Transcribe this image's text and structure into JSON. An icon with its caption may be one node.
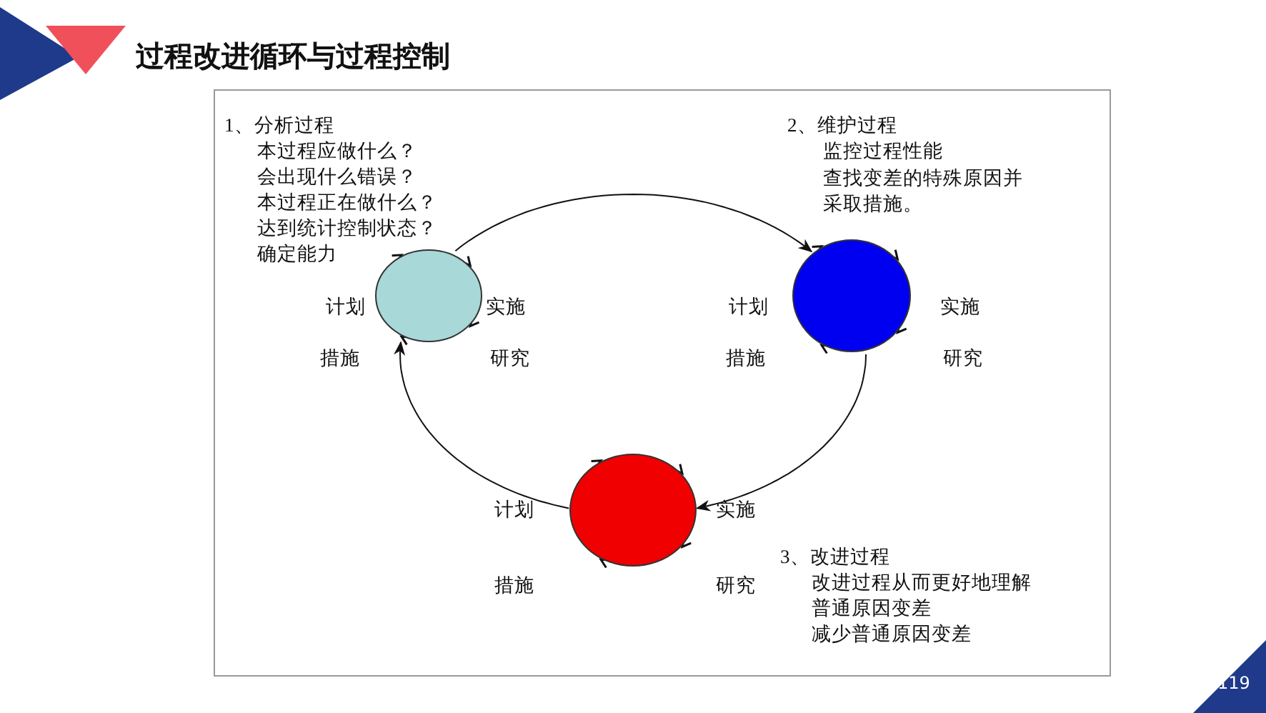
{
  "diagram": {
    "title": "过程改进循环与过程控制",
    "nodes": [
      {
        "text": [],
        "shape": "circle",
        "beside": [
          "计划",
          "实施",
          "措施",
          "研究"
        ]
      },
      {
        "text": [],
        "shape": "circle",
        "beside": [
          "计划",
          "实施",
          "措施",
          "研究"
        ]
      },
      {
        "text": [],
        "shape": "circle",
        "beside": [
          "计划",
          "实施",
          "措施",
          "研究"
        ]
      }
    ],
    "edges": [
      {
        "from": 0,
        "to": 1,
        "arrow": "to"
      },
      {
        "from": 1,
        "to": 2,
        "arrow": "to"
      },
      {
        "from": 2,
        "to": 0,
        "arrow": "to"
      }
    ],
    "labels": [
      "1、分析过程",
      "本过程应做什么？",
      "会出现什么错误？",
      "本过程正在做什么？",
      "达到统计控制状态？",
      "确定能力",
      "2、维护过程",
      "监控过程性能",
      "查找变差的特殊原因并采取措施。",
      "3、改进过程",
      "改进过程从而更好地理解",
      "普通原因变差",
      "减少普通原因变差",
      "119"
    ]
  }
}
